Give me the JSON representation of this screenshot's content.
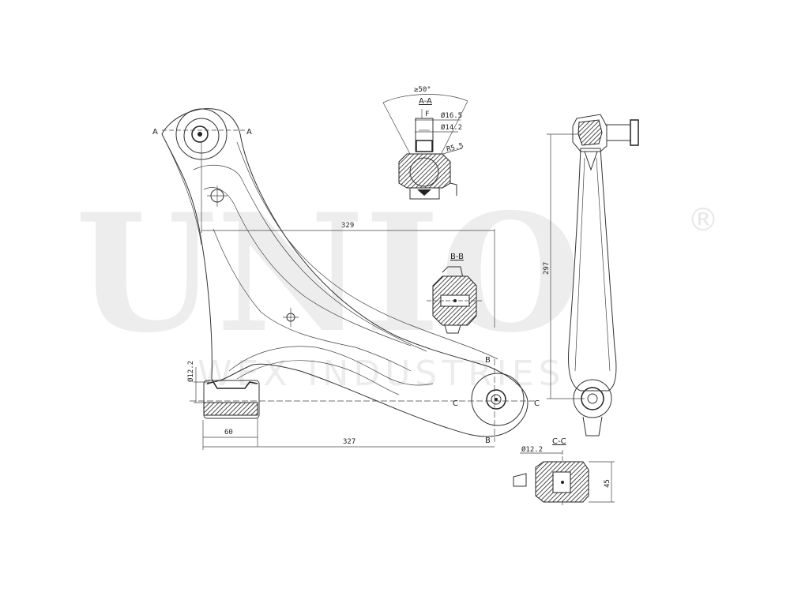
{
  "watermark": {
    "brand": "UNIO",
    "registered": "®",
    "tagline": "WEX INDUSTRIES"
  },
  "views": {
    "section_aa": {
      "title": "A-A",
      "angle": "≥50°",
      "mark_f": "F",
      "d1": "Ø16.5",
      "d2": "Ø14.2",
      "radius": "R5.5"
    },
    "section_bb": {
      "title": "B-B"
    },
    "section_cc": {
      "title": "C-C",
      "diameter": "Ø12.2",
      "height": "45"
    },
    "main": {
      "mark_a_left": "A",
      "mark_a_right": "A",
      "mark_b_top": "B",
      "mark_b_bottom": "B",
      "mark_c_left": "C",
      "mark_c_right": "C",
      "dim_top": "329",
      "dim_bottom": "327",
      "dim_bushing": "60",
      "dim_bushing_dia": "Ø12.2"
    },
    "side": {
      "dim_height": "297"
    }
  }
}
